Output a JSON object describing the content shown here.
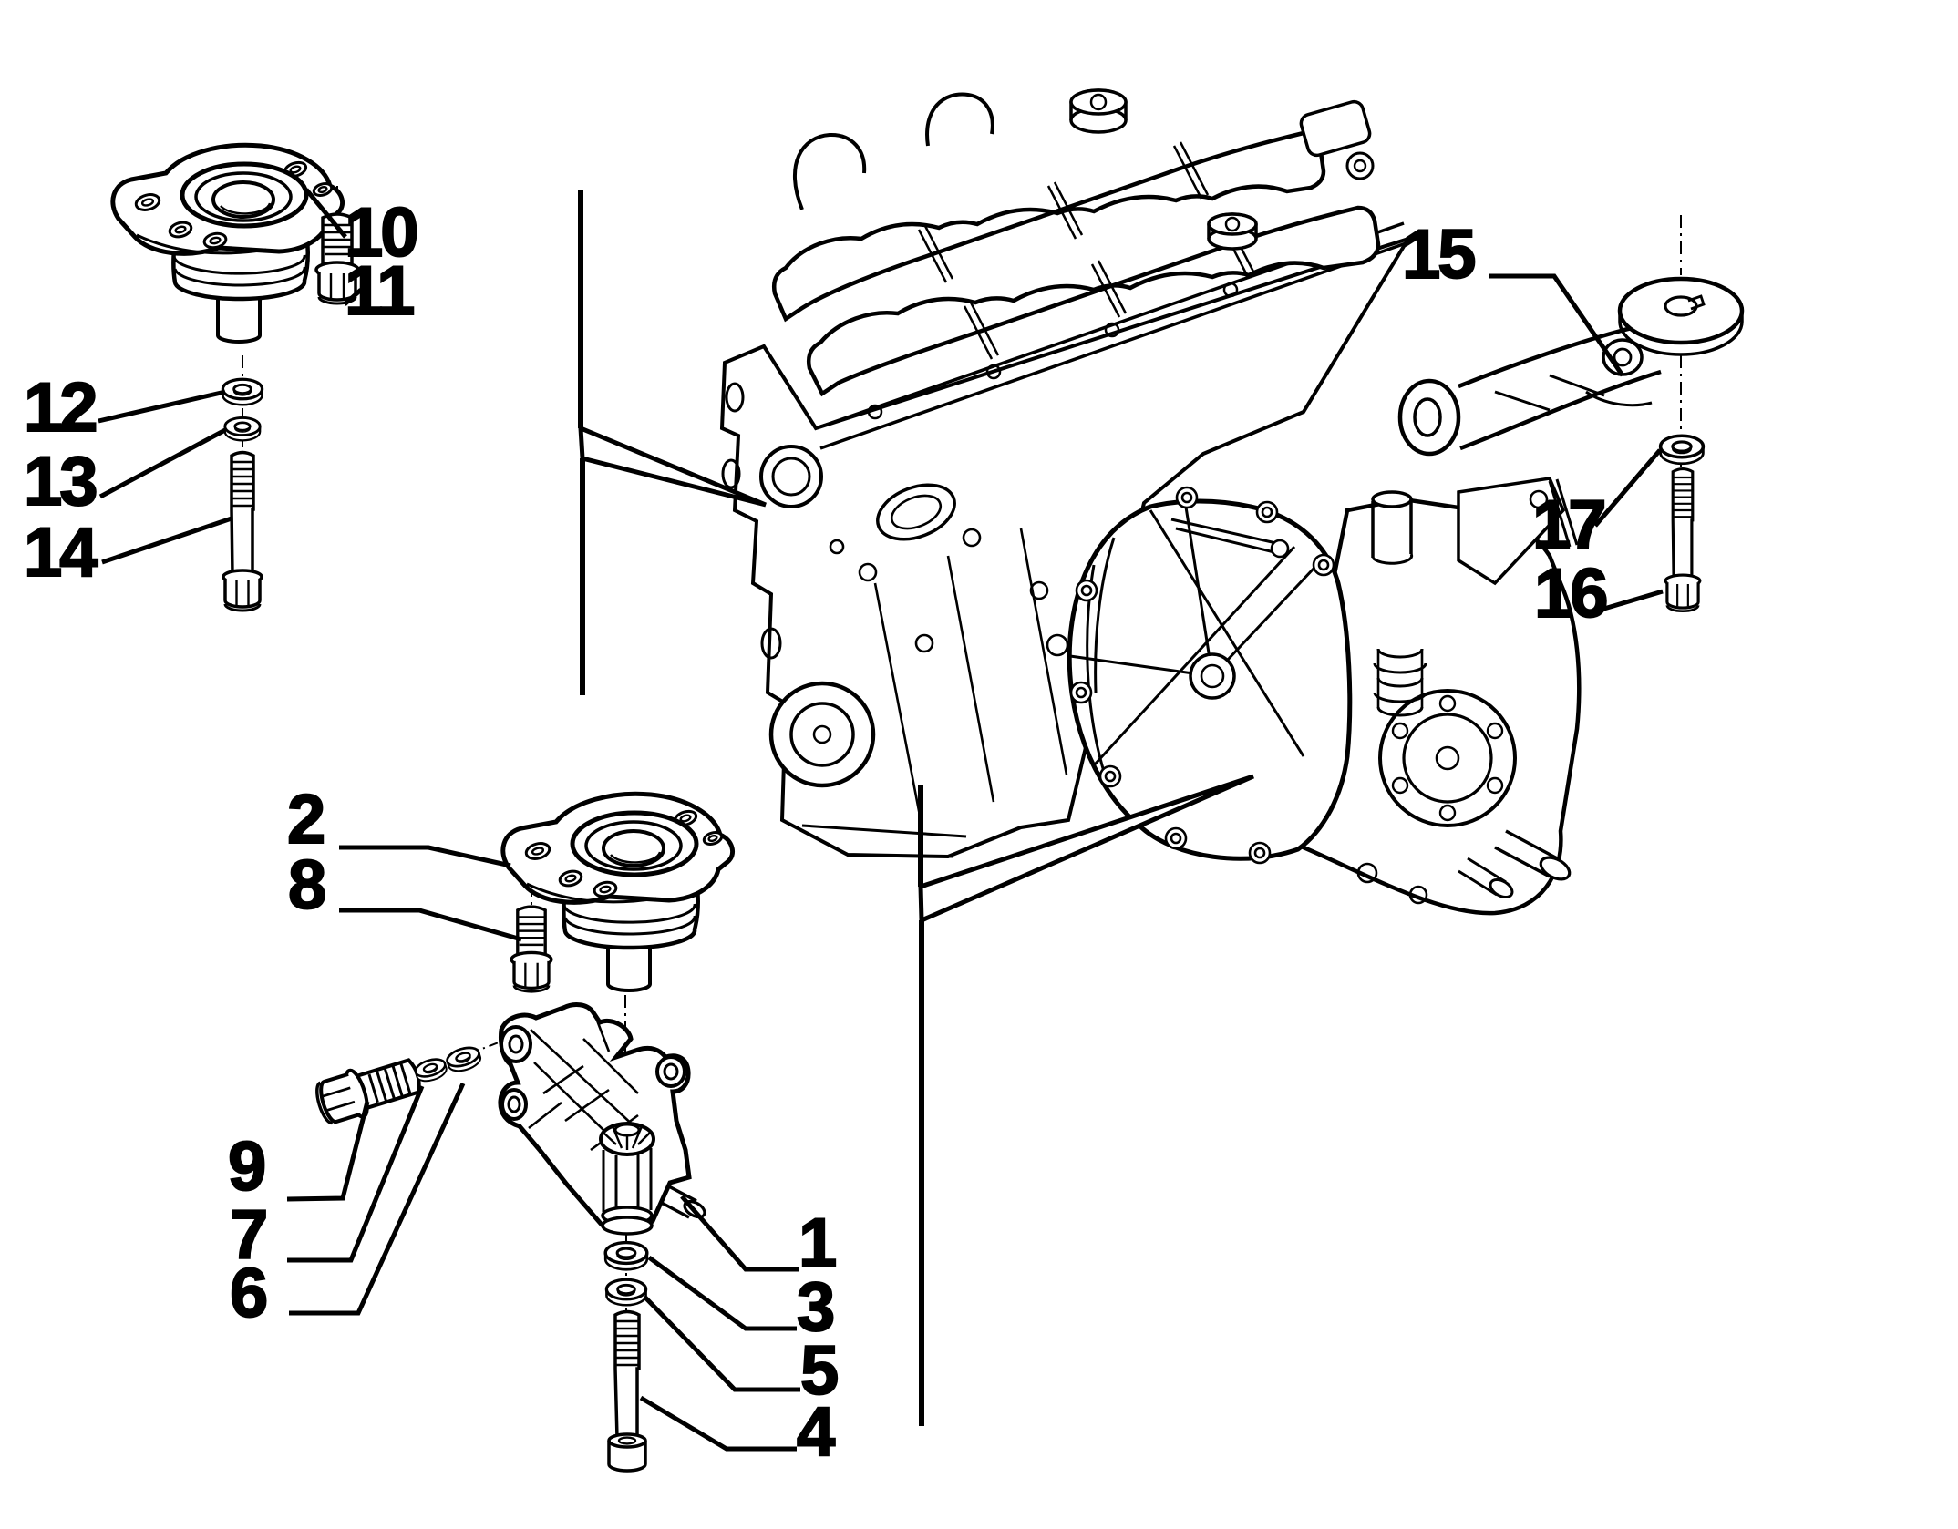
{
  "diagram": {
    "type": "exploded-parts-diagram",
    "ink_color": "#000000",
    "paper_color": "#ffffff",
    "callouts": {
      "n1": {
        "label": "1"
      },
      "n2": {
        "label": "2"
      },
      "n3": {
        "label": "3"
      },
      "n4": {
        "label": "4"
      },
      "n5": {
        "label": "5"
      },
      "n6": {
        "label": "6"
      },
      "n7": {
        "label": "7"
      },
      "n8": {
        "label": "8"
      },
      "n9": {
        "label": "9"
      },
      "n10": {
        "label": "10"
      },
      "n11": {
        "label": "11"
      },
      "n12": {
        "label": "12"
      },
      "n13": {
        "label": "13"
      },
      "n14": {
        "label": "14"
      },
      "n15": {
        "label": "15"
      },
      "n16": {
        "label": "16"
      },
      "n17": {
        "label": "17"
      }
    }
  }
}
